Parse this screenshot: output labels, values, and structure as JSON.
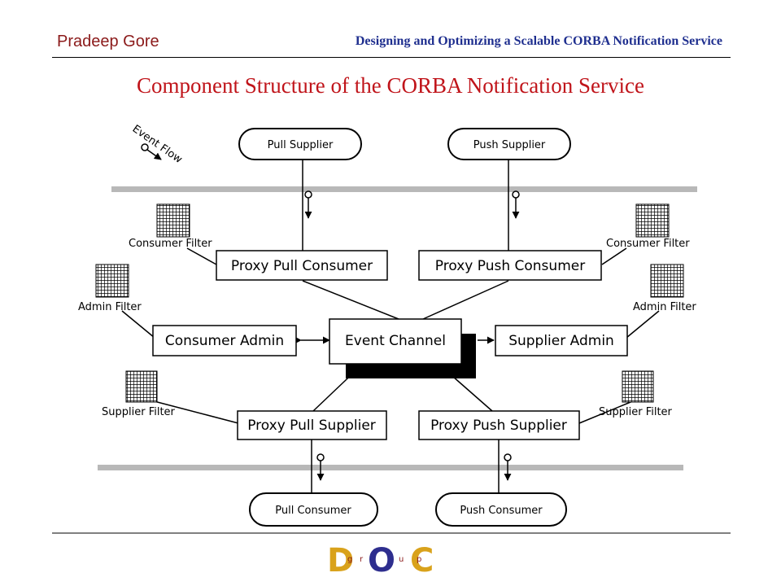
{
  "header": {
    "author": "Pradeep Gore",
    "talk_title": "Designing and Optimizing a Scalable CORBA Notification Service"
  },
  "slide": {
    "title": "Component Structure of the CORBA Notification Service"
  },
  "diagram": {
    "event_flow_label": "Event Flow",
    "pull_supplier": "Pull Supplier",
    "push_supplier": "Push Supplier",
    "proxy_pull_consumer": "Proxy Pull Consumer",
    "proxy_push_consumer": "Proxy Push Consumer",
    "consumer_admin": "Consumer Admin",
    "event_channel": "Event Channel",
    "supplier_admin": "Supplier Admin",
    "proxy_pull_supplier": "Proxy Pull Supplier",
    "proxy_push_supplier": "Proxy Push Supplier",
    "pull_consumer": "Pull Consumer",
    "push_consumer": "Push Consumer",
    "consumer_filter_left": "Consumer Filter",
    "consumer_filter_right": "Consumer Filter",
    "admin_filter_left": "Admin Filter",
    "admin_filter_right": "Admin Filter",
    "supplier_filter_left": "Supplier Filter",
    "supplier_filter_right": "Supplier Filter"
  },
  "footer": {
    "logo_letters": [
      "D",
      "O",
      "C"
    ],
    "logo_small_letters": [
      "g",
      "r",
      "u",
      "p"
    ],
    "logo_colors": {
      "d": "#d9a21b",
      "o": "#2e2e8e",
      "c": "#d9a21b",
      "small": "#8b1a1a"
    }
  }
}
